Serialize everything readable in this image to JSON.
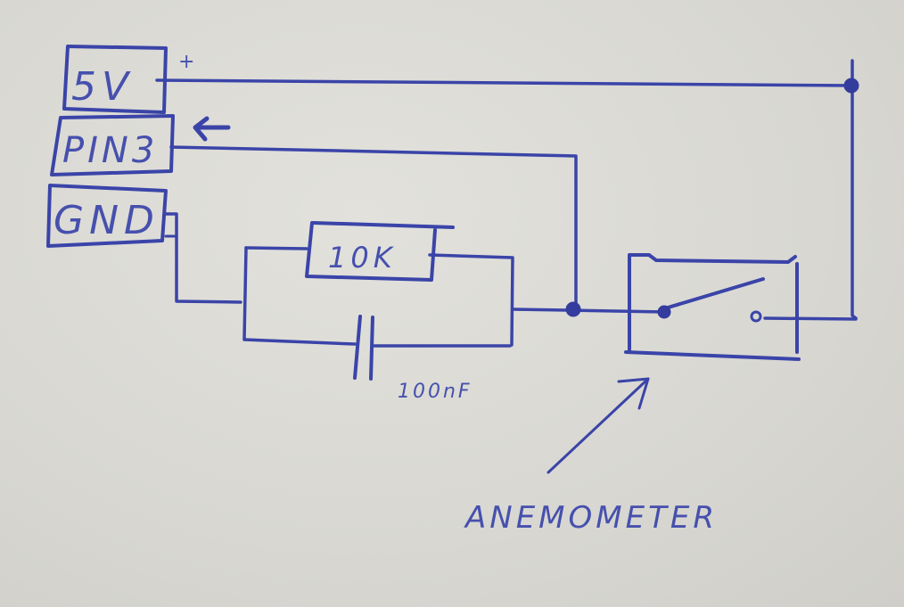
{
  "colors": {
    "ink": "#3a44a8",
    "paper": "#dcdbd6"
  },
  "terminals": [
    {
      "label": "5V",
      "polarity": "+"
    },
    {
      "label": "PIN3",
      "direction_icon": "arrow-left-icon"
    },
    {
      "label": "GND"
    }
  ],
  "components": {
    "resistor": {
      "value": "10K"
    },
    "capacitor": {
      "value": "100nF"
    },
    "switch": {
      "type": "reed switch (normally open)"
    }
  },
  "annotation": {
    "text": "ANEMOMETER",
    "icon": "arrow-up-right-icon"
  }
}
